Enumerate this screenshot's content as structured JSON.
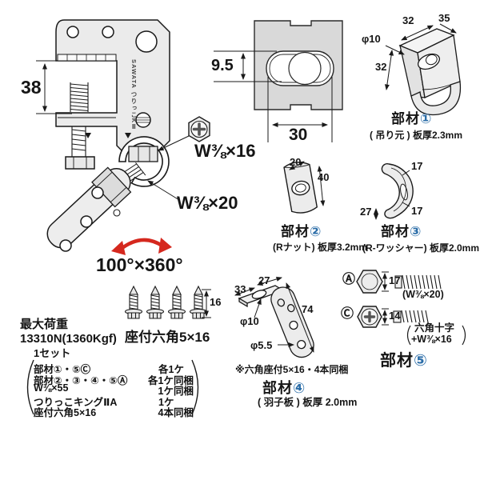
{
  "colors": {
    "line": "#1a1a1a",
    "metal_gray": "#ebebeb",
    "section_gray": "#d9d9d9",
    "arrow_red": "#d5281e",
    "part_number_blue": "#2b6da8"
  },
  "assembly": {
    "dim_height": "38",
    "brand": "SAWATA つりっこKⅡ",
    "bolt_top": "W⅜×16",
    "bolt_bottom": "W⅜×20",
    "rotation": "100°×360°"
  },
  "cross_section": {
    "slot_height": "9.5",
    "slot_width": "30"
  },
  "parts": {
    "p1": {
      "label": "部材",
      "num": "①",
      "sub": "( 吊り元 ) 板厚2.3mm",
      "dim_top": "32",
      "dim_side": "35",
      "dim_hole": "φ10",
      "dim_height": "32"
    },
    "p2": {
      "label": "部材",
      "num": "②",
      "sub": "(Rナット) 板厚3.2mm",
      "dim_width": "20",
      "dim_height": "40"
    },
    "p3": {
      "label": "部材",
      "num": "③",
      "sub": "(R-ワッシャー) 板厚2.0mm",
      "dim_top": "17",
      "dim_bottom": "17",
      "dim_offset": "27"
    },
    "p4": {
      "label": "部材",
      "num": "④",
      "sub": "( 羽子板 ) 板厚 2.0mm",
      "note": "※六角座付5×16・4本同梱",
      "dim_top": "27",
      "dim_flange": "33",
      "dim_length": "74",
      "dim_hole": "φ10",
      "dim_hole2": "φ5.5"
    },
    "p5": {
      "label": "部材",
      "num": "⑤",
      "mark_a": "Ⓐ",
      "dim_a": "17",
      "label_a": "(W⅜×20)",
      "mark_c": "Ⓒ",
      "dim_c": "14",
      "label_c1": "六角十字",
      "label_c2": "+W⅜×16"
    }
  },
  "screws": {
    "label": "座付六角5×16",
    "dim_length": "16"
  },
  "spec": {
    "max_load_title": "最大荷重",
    "max_load_value": "13310N(1360Kgf)",
    "set_label": "1セット",
    "items": [
      {
        "name": "部材①・⑤Ⓒ",
        "qty": "各1ケ"
      },
      {
        "name": "部材②・③・④・⑤Ⓐ",
        "qty": "各1ケ同梱"
      },
      {
        "name": "W⅜×55",
        "qty": "1ケ同梱"
      },
      {
        "name": "つりっこキングⅡA",
        "qty": "1ケ"
      },
      {
        "name": "座付六角5×16",
        "qty": "4本同梱"
      }
    ]
  }
}
